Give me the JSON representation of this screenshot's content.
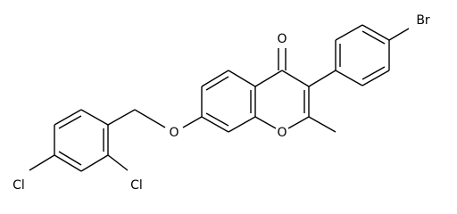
{
  "structure": {
    "atoms": {
      "carbonyl_oxygen": "O",
      "ring_oxygen": "O",
      "ether_oxygen": "O",
      "bromine": "Br",
      "chlorine_ortho": "Cl",
      "chlorine_para": "Cl"
    },
    "colors": {
      "bond": "#000000",
      "label": "#000000",
      "background": "#ffffff"
    }
  }
}
